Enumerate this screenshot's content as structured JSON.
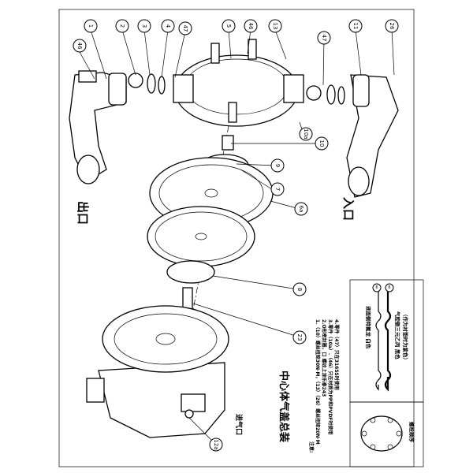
{
  "callouts": {
    "c46a": "46",
    "c1": "1",
    "c2": "2",
    "c3": "3",
    "c4": "4",
    "c47a": "47",
    "c5": "5",
    "c46b": "46",
    "c13": "13",
    "c47b": "47",
    "c11": "11",
    "c26": "26",
    "c10": "10",
    "c10a": "10a",
    "c9": "9",
    "c7": "7",
    "c6a": "6a",
    "c8": "8",
    "c23": "23",
    "c12a": "12a"
  },
  "labels": {
    "outlet": "出口",
    "inlet": "入口",
    "center_assembly": "中心体气盖总装",
    "air_inlet": "进气口"
  },
  "notes": {
    "title": "注意:",
    "n1": "1.（10）螺丝扭矩30N·M，（13）（26）螺丝扭矩20N·M",
    "n2": "2.O形密封圈，口 螺纹上涂乐泰243",
    "n3": "3.零件（10a）.（46）只在材质为PP和PVDF时使用",
    "n4": "4.零件（47）只在316SS时使用"
  },
  "legend": {
    "ref_a": "6",
    "ref_b": "6",
    "ptfe": "液面侧特氟龙 白色",
    "epdm": "气腔侧三元乙丙 黑色",
    "epdm_note": "（作为衬垫时为紫色）",
    "bolt_order": "螺栓顺序"
  }
}
